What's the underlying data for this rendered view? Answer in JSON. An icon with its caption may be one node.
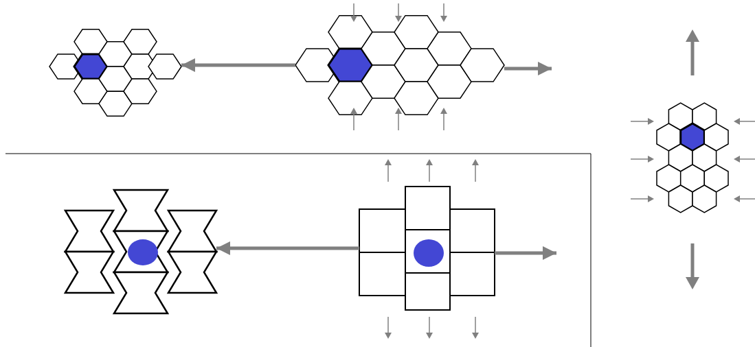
{
  "diagram": {
    "nodes": [
      {
        "text": [],
        "shape": "picture"
      },
      {
        "text": [],
        "shape": "picture"
      },
      {
        "text": [],
        "shape": "picture"
      },
      {
        "text": [],
        "shape": "picture"
      },
      {
        "text": [],
        "shape": "picture"
      }
    ],
    "edges": [
      {
        "from": 1,
        "to": 0,
        "arrow": "to"
      },
      {
        "from": 1,
        "to": null,
        "arrow": "to"
      },
      {
        "from": 4,
        "to": 3,
        "arrow": "to"
      },
      {
        "from": 4,
        "to": null,
        "arrow": "to"
      }
    ]
  }
}
